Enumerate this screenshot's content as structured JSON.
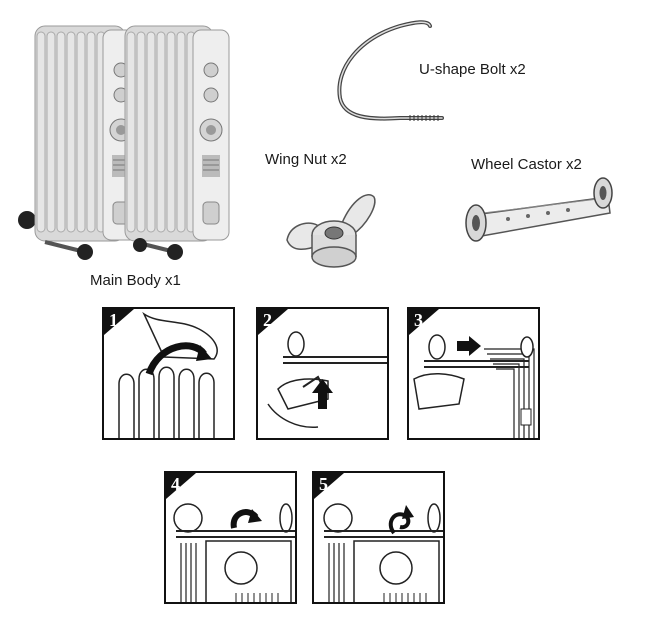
{
  "parts": {
    "main_body": "Main Body x1",
    "u_bolt": "U-shape Bolt x2",
    "wing_nut": "Wing Nut x2",
    "wheel_castor": "Wheel Castor x2"
  },
  "steps": [
    {
      "number": "1"
    },
    {
      "number": "2"
    },
    {
      "number": "3"
    },
    {
      "number": "4"
    },
    {
      "number": "5"
    }
  ]
}
